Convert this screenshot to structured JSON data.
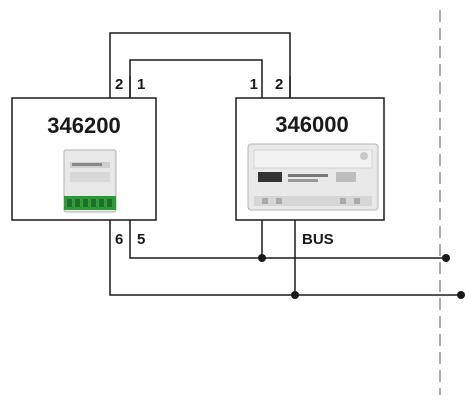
{
  "device_left": {
    "code": "346200",
    "terminals_top": [
      "2",
      "1"
    ],
    "terminals_bottom": [
      "6",
      "5"
    ]
  },
  "device_right": {
    "code": "346000",
    "terminals_top": [
      "1",
      "2"
    ],
    "bus_label": "BUS"
  },
  "colors": {
    "line": "#1a1a1a",
    "module_body": "#e6e6e6",
    "terminal_green": "#2e9a3a"
  }
}
